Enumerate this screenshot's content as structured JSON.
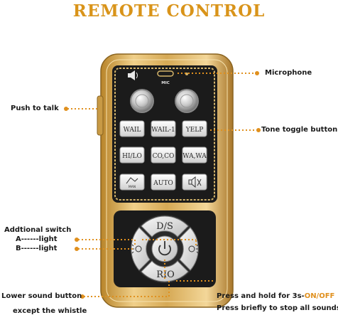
{
  "title": "REMOTE CONTROL",
  "device": {
    "mic_label": "MIC",
    "buttons": [
      {
        "label": "WAIL"
      },
      {
        "label": "WAIL-1"
      },
      {
        "label": "YELP"
      },
      {
        "label": "HI/LO"
      },
      {
        "label": "CO,CO"
      },
      {
        "label": "WA,WA"
      },
      {
        "label": "MAN",
        "icon": "man-horn-icon"
      },
      {
        "label": "AUTO"
      },
      {
        "label": "",
        "icon": "speaker-mute-icon"
      }
    ],
    "dpad": {
      "top": "D/S",
      "bottom": "RIO",
      "center_icon": "power-icon",
      "left_icon": "light-a-icon",
      "right_icon": "light-b-icon"
    }
  },
  "callouts": {
    "microphone": "Microphone",
    "push_to_talk": "Push to talk",
    "tone_toggle": "Tone toggle button",
    "additional_switch": "Addtional switch",
    "a_light": "A------light",
    "b_light": "B------light",
    "lower_sound_1": "Lower sound button",
    "lower_sound_2": "except the whistle",
    "press_hold_prefix": "Press and hold for 3s-",
    "press_hold_highlight": "ON/OFF",
    "press_briefly": "Press briefly to stop all sounds"
  },
  "colors": {
    "accent": "#e0901e",
    "gold": "#d4a84a",
    "panel": "#1b1b1b"
  }
}
